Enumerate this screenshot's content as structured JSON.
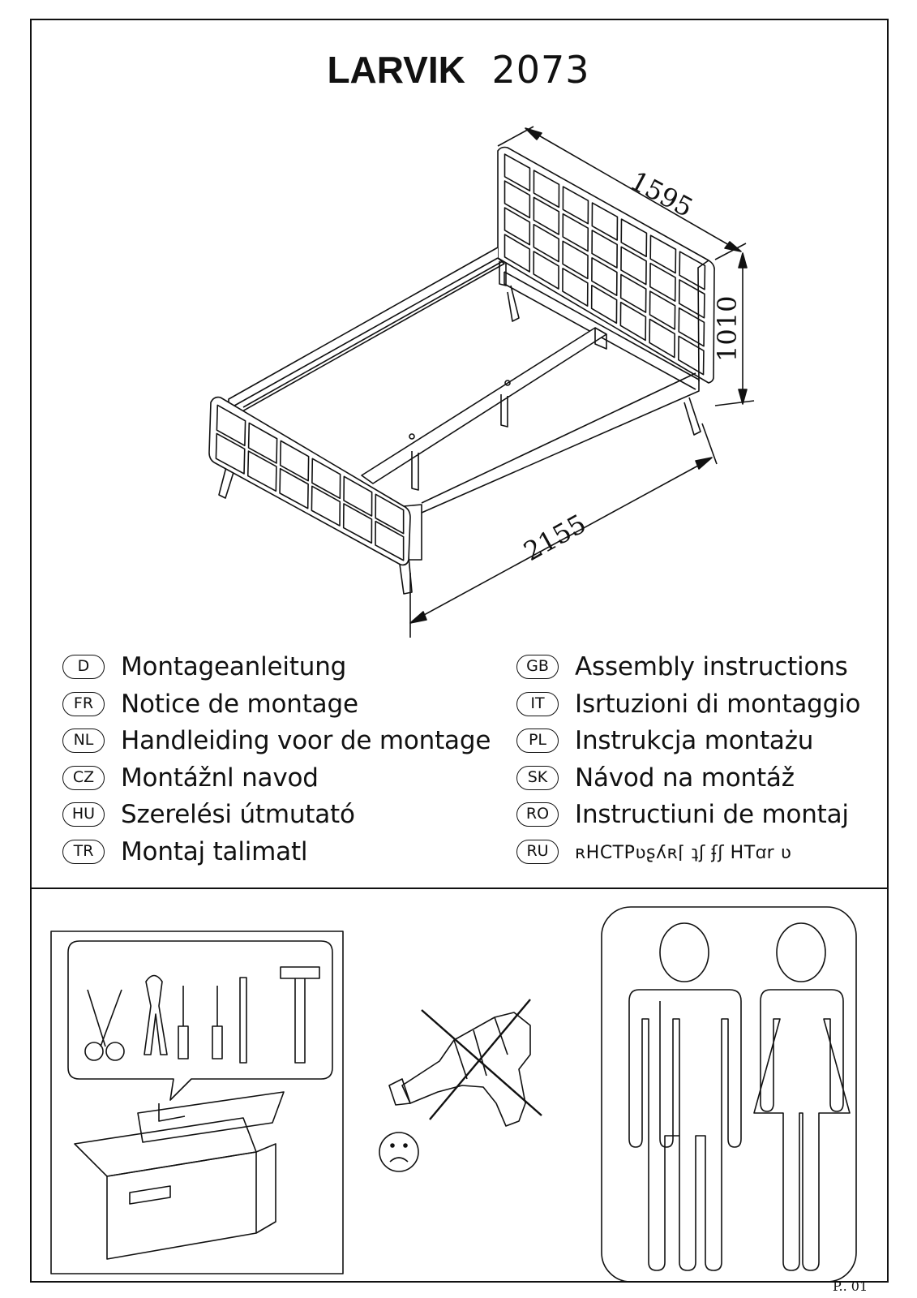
{
  "header": {
    "model": "LARVIK",
    "number": "2073"
  },
  "dimensions": {
    "width": "1595",
    "height": "1010",
    "length": "2155"
  },
  "languages_left": [
    {
      "code": "D",
      "text": "Montageanleitung"
    },
    {
      "code": "FR",
      "text": "Notice de montage"
    },
    {
      "code": "NL",
      "text": "Handleiding voor de montage"
    },
    {
      "code": "CZ",
      "text": "Montážnl navod"
    },
    {
      "code": "HU",
      "text": "Szerelési útmutató"
    },
    {
      "code": "TR",
      "text": "Montaj talimatl"
    }
  ],
  "languages_right": [
    {
      "code": "GB",
      "text": "Assembly instructions"
    },
    {
      "code": "IT",
      "text": "Isrtuzioni di montaggio"
    },
    {
      "code": "PL",
      "text": "Instrukcja montażu"
    },
    {
      "code": "SK",
      "text": "Návod na montáž"
    },
    {
      "code": "RO",
      "text": "Instructiuni de montaj"
    },
    {
      "code": "RU",
      "text": "ʀHCTPʋʂʎʀ⌈ ʇʃ ʄʃ HTꭤr ʋ"
    }
  ],
  "icons": {
    "tools": "hand-tools-icon",
    "toolbox": "toolbox-icon",
    "no_drill": "no-power-drill-icon",
    "sad_face": "sad-face-icon",
    "two_people": "two-person-assembly-icon"
  },
  "footer": {
    "page": "P.. 01"
  }
}
